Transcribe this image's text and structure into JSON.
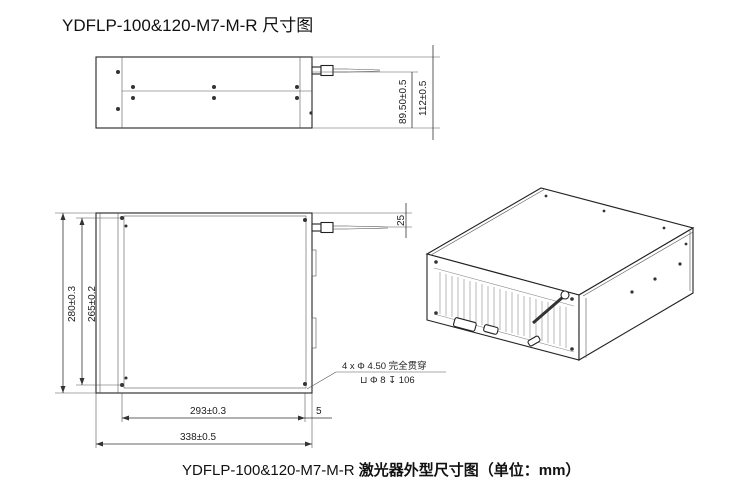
{
  "title": "YDFLP-100&120-M7-M-R 尺寸图",
  "caption": {
    "model": "YDFLP-100&120-M7-M-R",
    "text": "激光器外型尺寸图（单位：mm）"
  },
  "dimensions": {
    "height_body": "89.50±0.5",
    "height_total": "112±0.5",
    "fiber_offset": "25",
    "depth_total": "280±0.3",
    "depth_inner": "265±0.2",
    "width_inner": "293±0.3",
    "edge": "5",
    "width_total": "338±0.5"
  },
  "hole_note": {
    "line1": "4 x Φ 4.50 完全贯穿",
    "line2": "⊔ Φ 8 ↧ 106"
  },
  "colors": {
    "line": "#222222",
    "fill": "#ffffff",
    "grille": "#888888"
  }
}
